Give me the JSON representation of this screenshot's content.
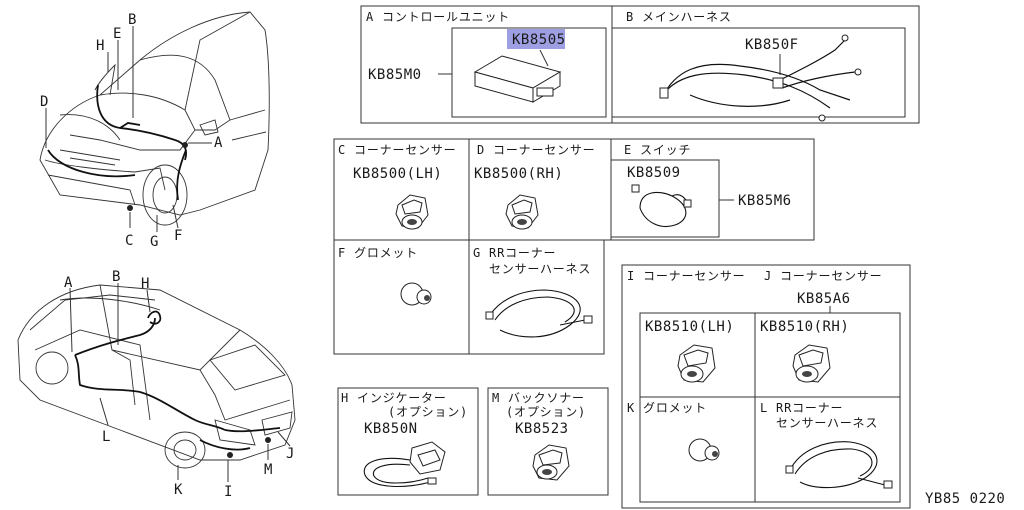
{
  "diagram_code": "YB85 0220",
  "car_top_labels": [
    "A",
    "B",
    "C",
    "D",
    "E",
    "F",
    "G",
    "H"
  ],
  "car_bottom_labels": [
    "A",
    "B",
    "H",
    "I",
    "J",
    "K",
    "L",
    "M"
  ],
  "panels": {
    "a": {
      "title": "A コントロールユニット",
      "part_no": "KB8505",
      "ref": "KB85M0"
    },
    "b": {
      "title": "B メインハーネス",
      "part_no": "KB850F"
    },
    "c": {
      "title": "C コーナーセンサー",
      "part_no": "KB8500(LH)"
    },
    "d": {
      "title": "D コーナーセンサー",
      "part_no": "KB8500(RH)"
    },
    "e": {
      "title": "E スイッチ",
      "part_no": "KB8509",
      "ref": "KB85M6"
    },
    "f": {
      "title": "F グロメット"
    },
    "g": {
      "title_l1": "G RRコーナー",
      "title_l2": "センサーハーネス"
    },
    "i": {
      "title": "I コーナーセンサー",
      "part_no": "KB8510(LH)"
    },
    "j": {
      "title": "J コーナーセンサー",
      "ref": "KB85A6",
      "part_no": "KB8510(RH)"
    },
    "k": {
      "title": "K グロメット"
    },
    "l": {
      "title_l1": "L RRコーナー",
      "title_l2": "センサーハーネス"
    },
    "h": {
      "title_l1": "H インジケーター",
      "title_l2": "(オプション)",
      "part_no": "KB850N"
    },
    "m": {
      "title_l1": "M バックソナー",
      "title_l2": "(オプション)",
      "part_no": "KB8523"
    }
  }
}
